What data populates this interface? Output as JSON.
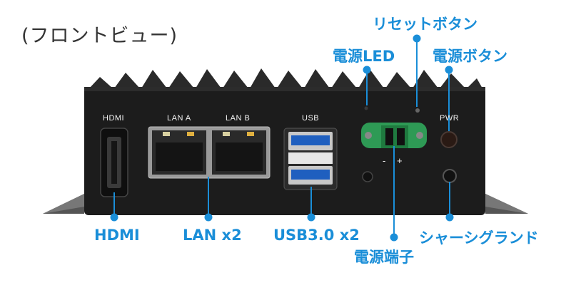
{
  "title": "(フロントビュー)",
  "callouts": {
    "reset_button": "リセットボタン",
    "power_led": "電源LED",
    "power_button": "電源ボタン",
    "hdmi": "HDMI",
    "lan": "LAN x2",
    "usb": "USB3.0 x2",
    "ground": "シャーシグランド",
    "power_terminal": "電源端子"
  },
  "panel_labels": {
    "hdmi": "HDMI",
    "lan_a": "LAN A",
    "lan_b": "LAN B",
    "usb": "USB",
    "pwr": "PWR",
    "minus": "-",
    "plus": "+"
  },
  "colors": {
    "callout": "#1a8ed8",
    "chassis": "#1c1c1c",
    "terminal": "#2e9a55",
    "usb_blue": "#1f5fbf"
  }
}
